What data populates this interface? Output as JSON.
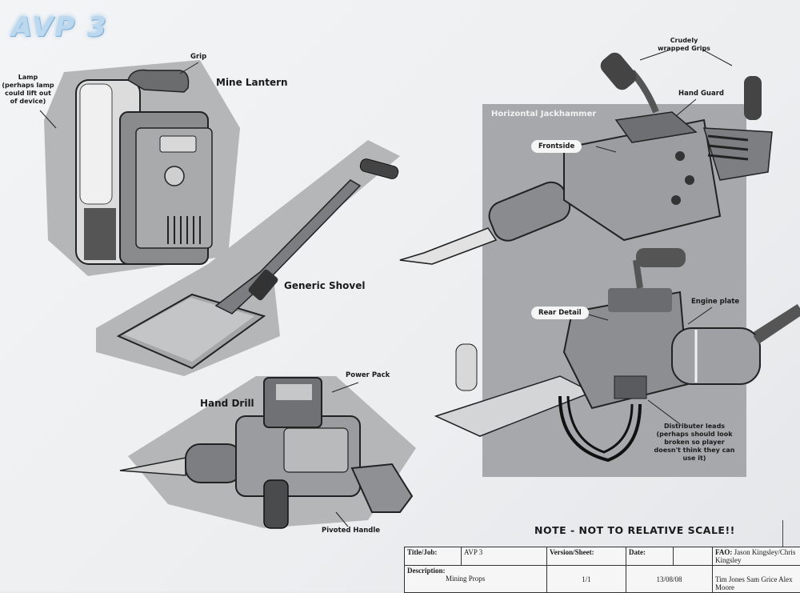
{
  "logo": "AVP 3",
  "labels": {
    "grip": "Grip",
    "lamp_note": "Lamp (perhaps lamp could lift out of device)",
    "mine_lantern": "Mine Lantern",
    "generic_shovel": "Generic Shovel",
    "hand_drill": "Hand Drill",
    "power_pack": "Power Pack",
    "pivoted_handle": "Pivoted Handle",
    "crudely_wrapped_grips": "Crudely wrapped Grips",
    "hand_guard": "Hand Guard",
    "horizontal_jackhammer": "Horizontal Jackhammer",
    "frontside": "Frontside",
    "rear_detail": "Rear Detail",
    "engine_plate": "Engine plate",
    "distributer_leads": "Distributer leads (perhaps should look broken so player doesn't think they can use it)"
  },
  "scale_note": "NOTE - NOT TO RELATIVE SCALE!!",
  "title_block": {
    "title_job_label": "Title/Job:",
    "title_job_value": "AVP 3",
    "version_label": "Version/Sheet:",
    "version_value": "1/1",
    "date_label": "Date:",
    "date_value": "13/08/08",
    "fao_label": "FAO:",
    "fao_value": "Jason Kingsley/Chris Kingsley",
    "description_label": "Description:",
    "description_value": "Mining Props",
    "artists": "Tim Jones Sam Grice Alex Moore"
  }
}
